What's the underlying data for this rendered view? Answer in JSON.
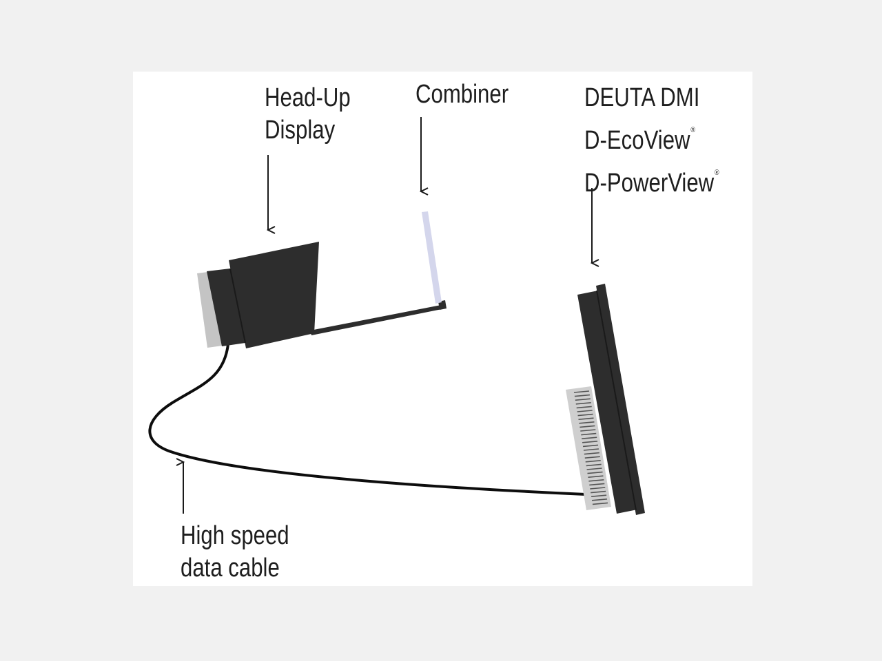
{
  "labels": {
    "hud_line1": "Head-Up",
    "hud_line2": "Display",
    "combiner": "Combiner",
    "dmi_line1": "DEUTA DMI",
    "dmi_line2": "D-EcoView",
    "dmi_line3": "D-PowerView",
    "registered_mark": "®",
    "cable_line1": "High speed",
    "cable_line2": "data cable"
  },
  "colors": {
    "page_background": "#f1f1f1",
    "canvas_background": "#ffffff",
    "device_body": "#2d2d2d",
    "device_edge": "#1a1a1a",
    "lens_grey": "#c4c4c4",
    "combiner_glass": "#d4d6ec",
    "connector_grey": "#cfcfcf",
    "cable": "#0d0d0d",
    "arrow": "#1a1a1a"
  }
}
